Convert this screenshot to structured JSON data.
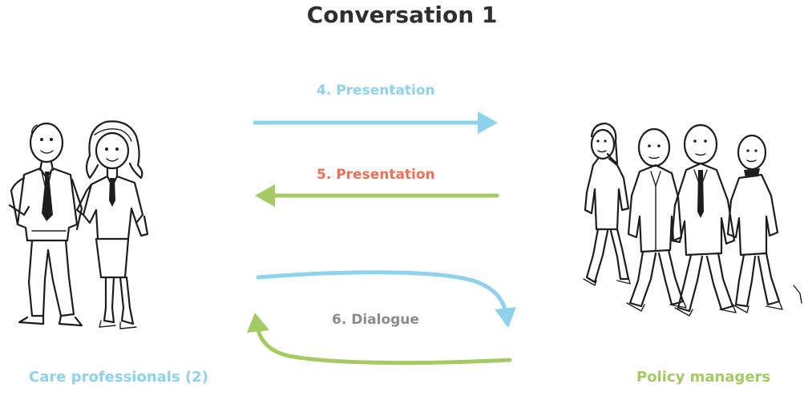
{
  "title": "Conversation 1",
  "steps": {
    "presentation_4": "4. Presentation",
    "presentation_5": "5. Presentation",
    "dialogue_6": "6. Dialogue"
  },
  "groups": {
    "left": "Care professionals (2)",
    "right": "Policy managers"
  },
  "colors": {
    "blue": "#8fd2ee",
    "green": "#a4cb63",
    "red": "#ef6f55",
    "gray": "#8b8b8b",
    "dark": "#2f2f2f"
  }
}
